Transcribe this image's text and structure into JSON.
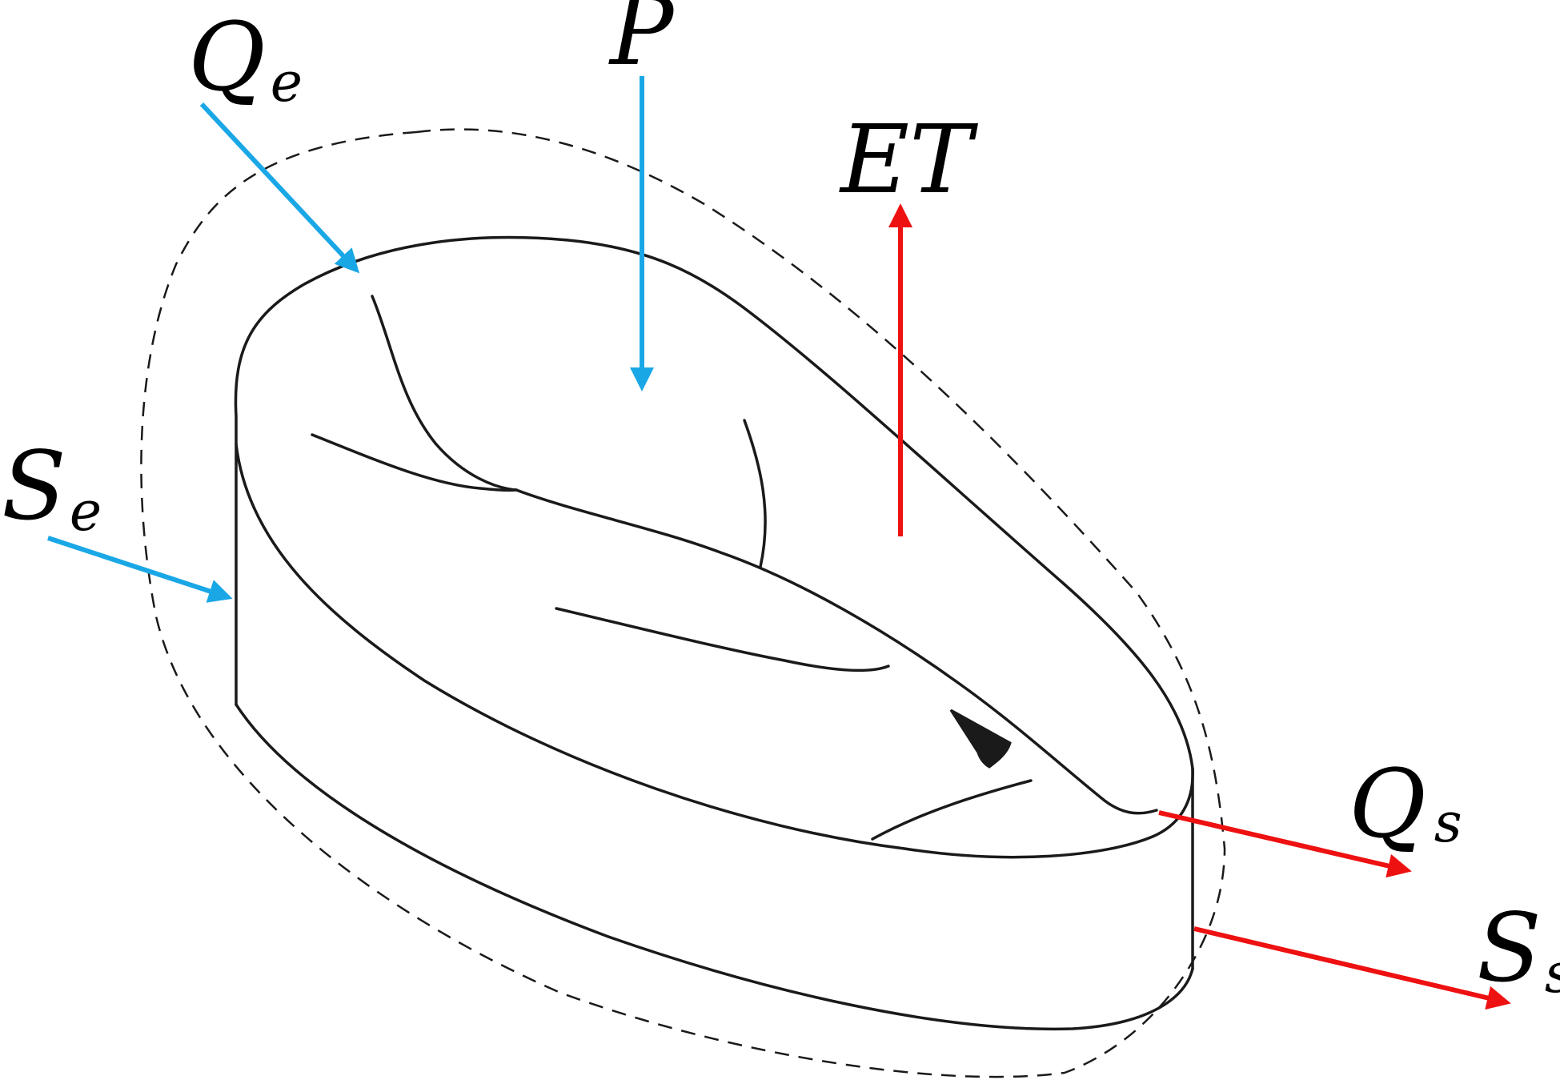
{
  "diagram": {
    "boundary_style": "dashed",
    "colors": {
      "inflow": "#1aa7e6",
      "outflow": "#ee1111",
      "outline": "#1a1a1a"
    },
    "labels": {
      "qe": {
        "main": "Q",
        "sub": "e"
      },
      "p": {
        "main": "P"
      },
      "et": {
        "main": "ET"
      },
      "se": {
        "main": "S",
        "sub": "e"
      },
      "qs": {
        "main": "Q",
        "sub": "s"
      },
      "ss": {
        "main": "S",
        "sub": "s"
      }
    }
  }
}
